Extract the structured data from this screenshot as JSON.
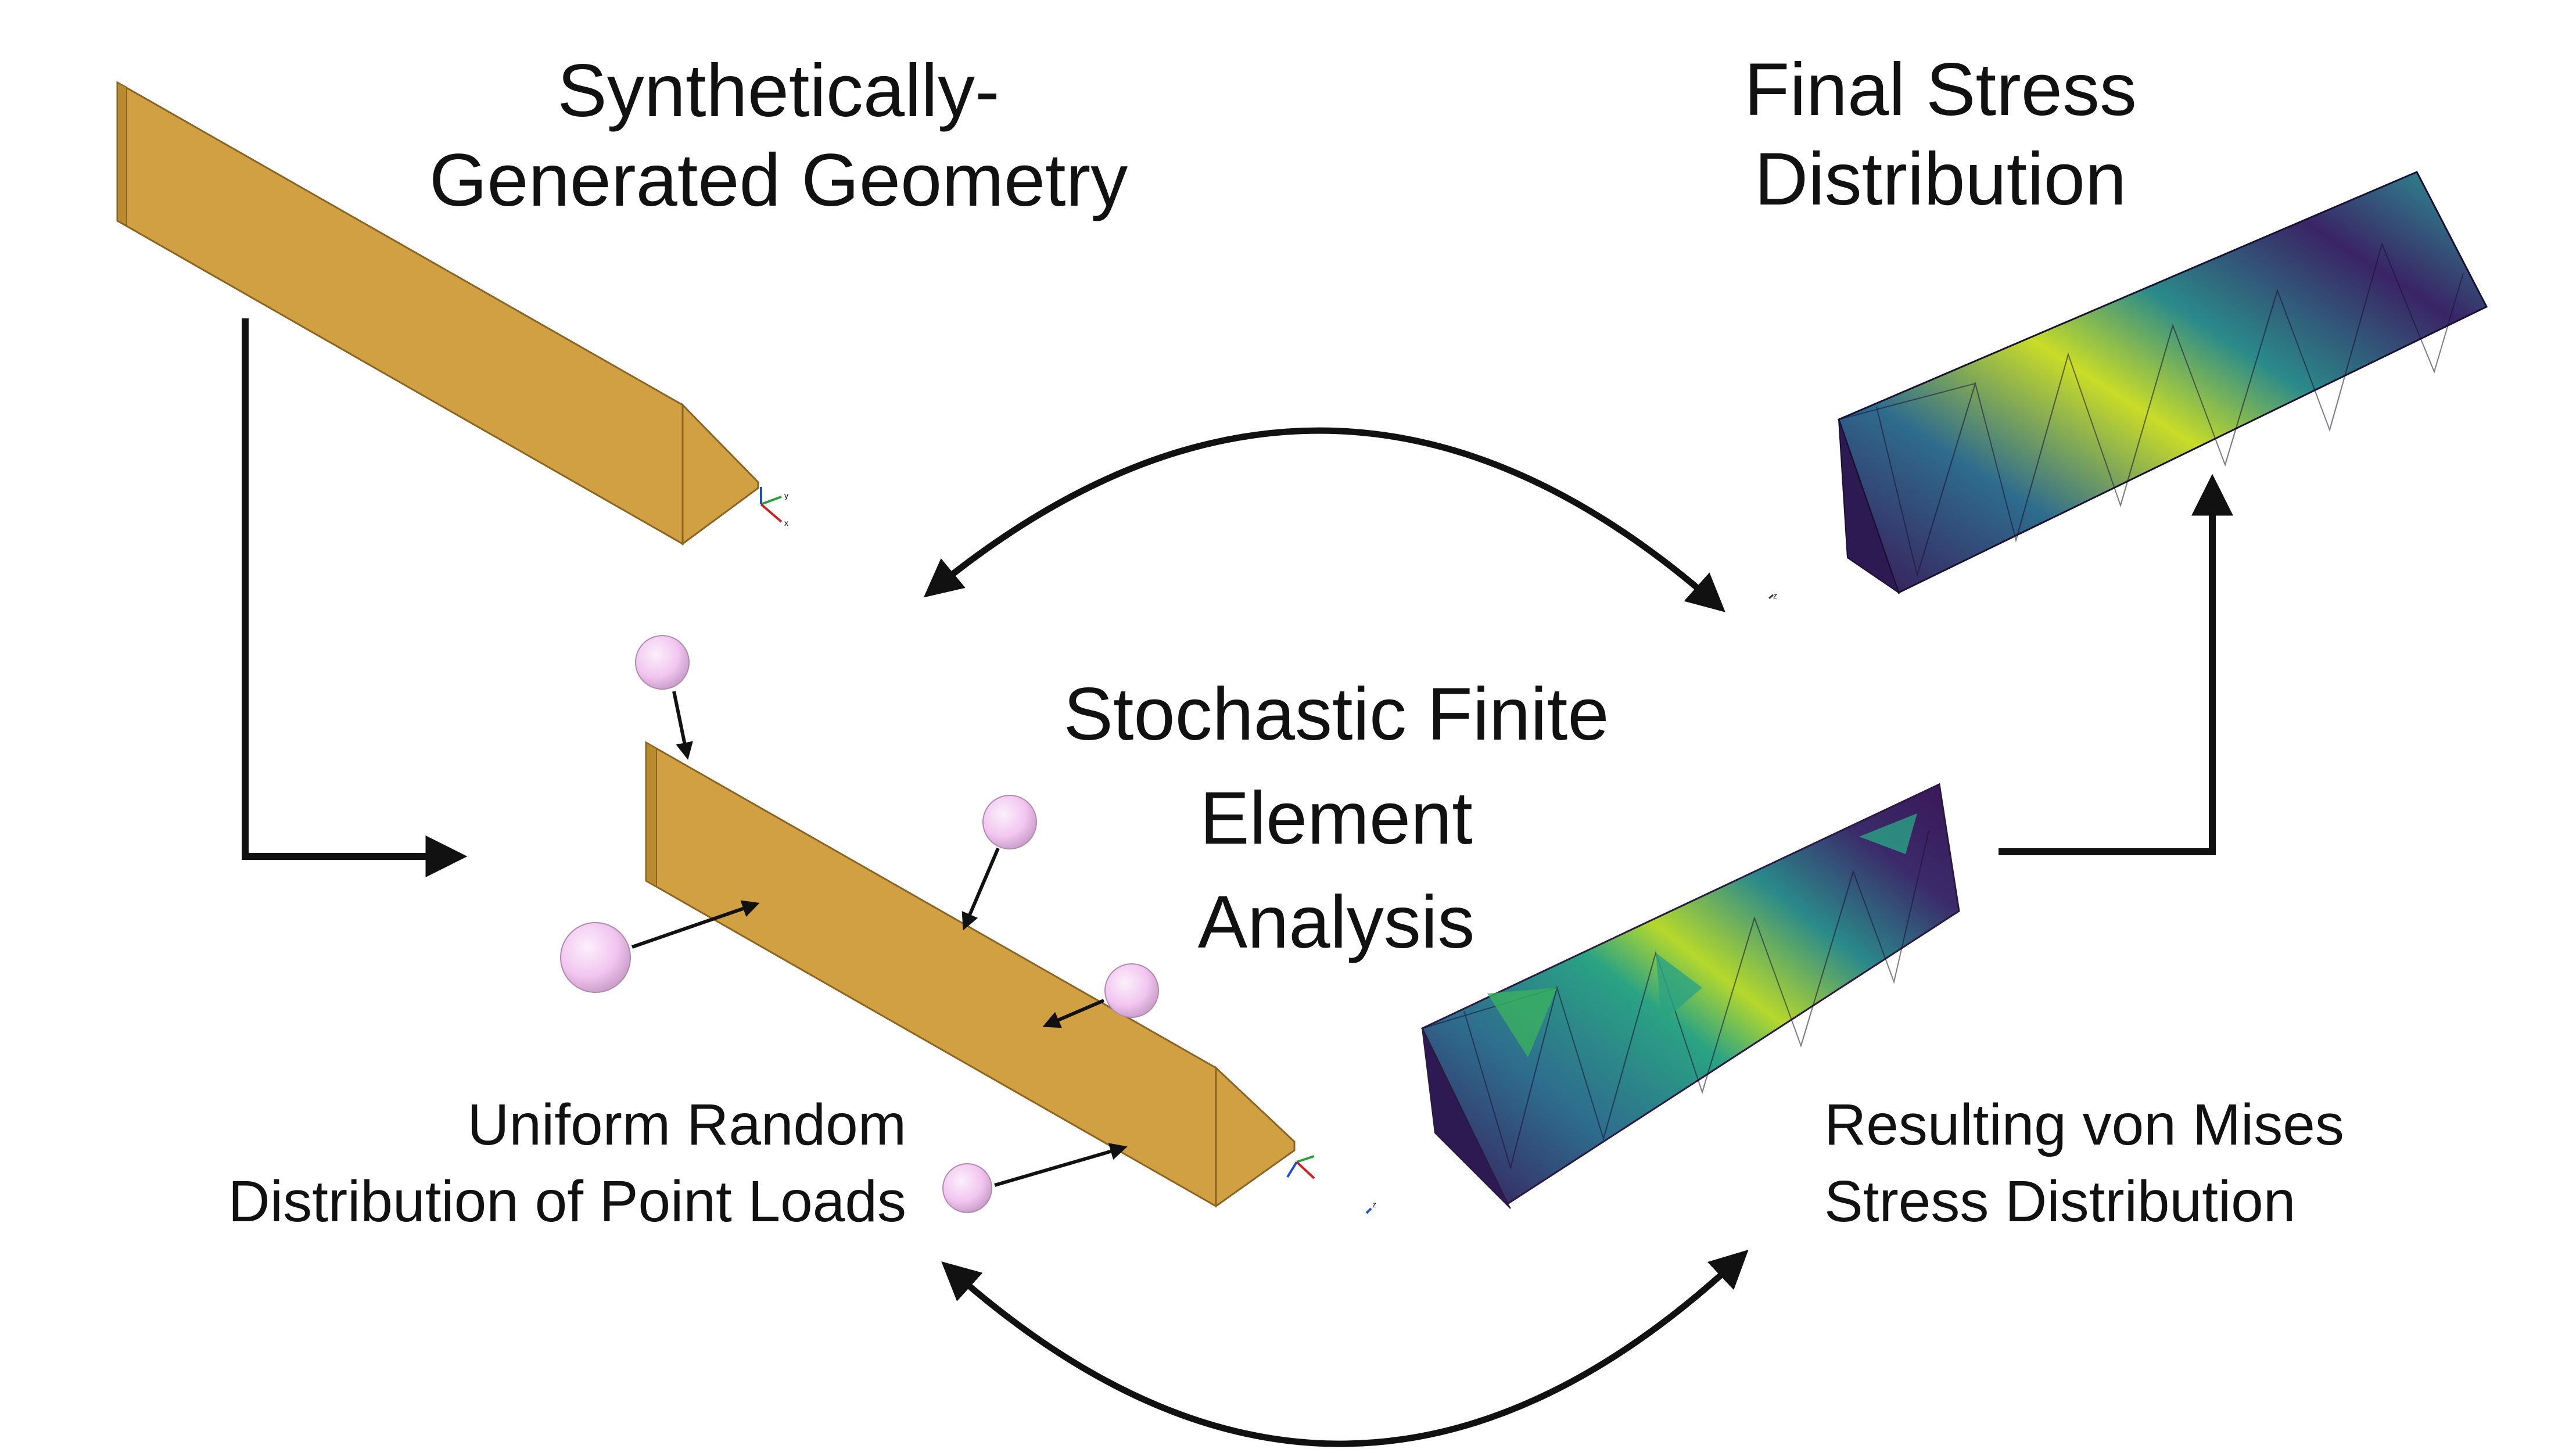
{
  "labels": {
    "geometry_title_line1": "Synthetically-",
    "geometry_title_line2": "Generated Geometry",
    "final_title_line1": "Final Stress",
    "final_title_line2": "Distribution",
    "center_line1": "Stochastic Finite",
    "center_line2": "Element",
    "center_line3": "Analysis",
    "loads_line1": "Uniform Random",
    "loads_line2": "Distribution of Point Loads",
    "result_line1": "Resulting von Mises",
    "result_line2": "Stress Distribution"
  },
  "axis_triad": {
    "y": "y",
    "x": "x",
    "z": "z"
  },
  "colors": {
    "beam_fill": "#D1A043",
    "beam_face_dark": "#B98A30",
    "beam_edge": "#8A6420",
    "load_sphere": "#F2C6F0",
    "arrow": "#111111",
    "viridis_dark": "#3E1A5A",
    "viridis_mid": "#2A7F8E",
    "viridis_green": "#3BB05F",
    "viridis_yellow": "#C9DC28"
  }
}
